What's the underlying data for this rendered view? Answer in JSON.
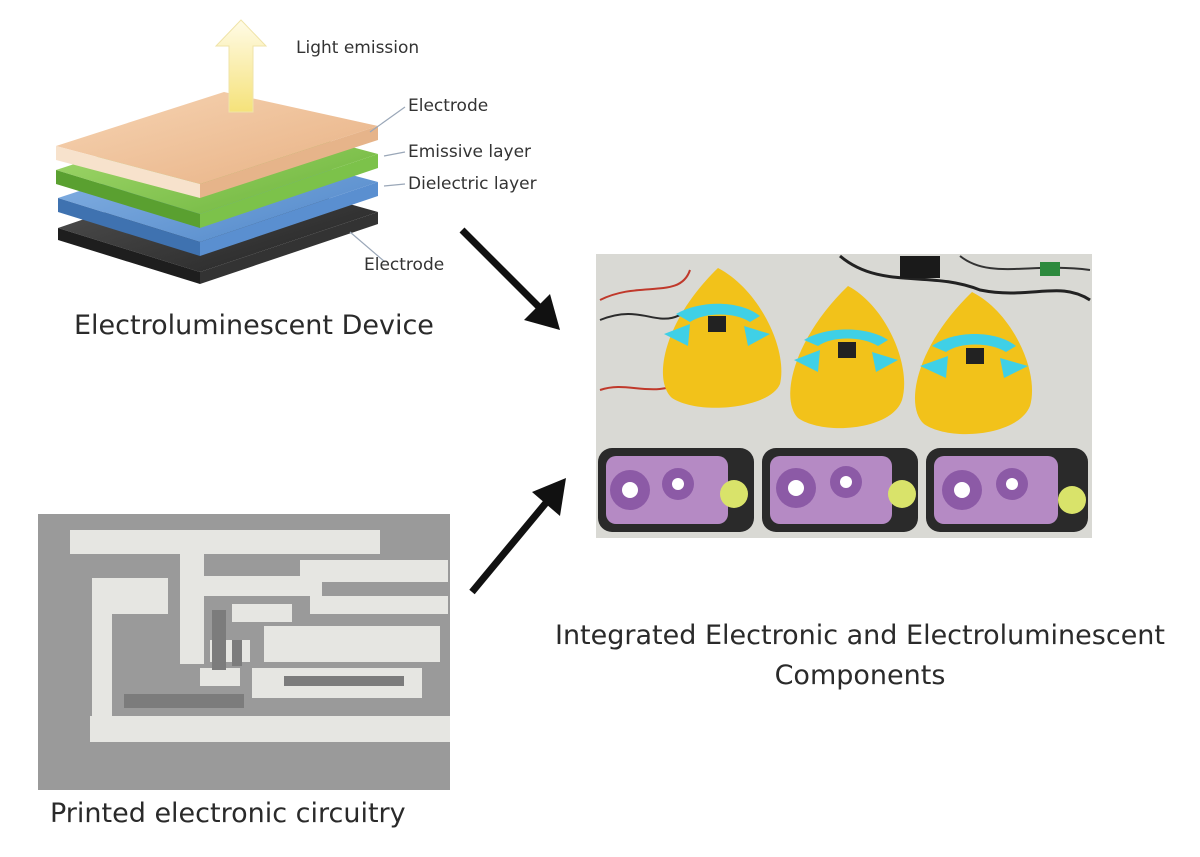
{
  "device": {
    "arrow_label": "Light emission",
    "layers": [
      "Electrode",
      "Emissive layer",
      "Dielectric layer",
      "Electrode"
    ],
    "caption": "Electroluminescent Device"
  },
  "photo_components": {
    "caption": "Integrated Electronic and Electroluminescent Components"
  },
  "photo_circuit": {
    "caption": "Printed electronic circuitry"
  },
  "colors": {
    "electrode_top": "#f2c49d",
    "emissive": "#8fce5a",
    "dielectric": "#6f9fd8",
    "electrode_bottom": "#3a3a3a",
    "light_arrow": "#fbf3b8",
    "toy_yellow": "#f2c21a",
    "el_cyan": "#3fd0e6",
    "circuit_bg": "#9a9a9a",
    "circuit_trace": "#e6e6e2"
  }
}
